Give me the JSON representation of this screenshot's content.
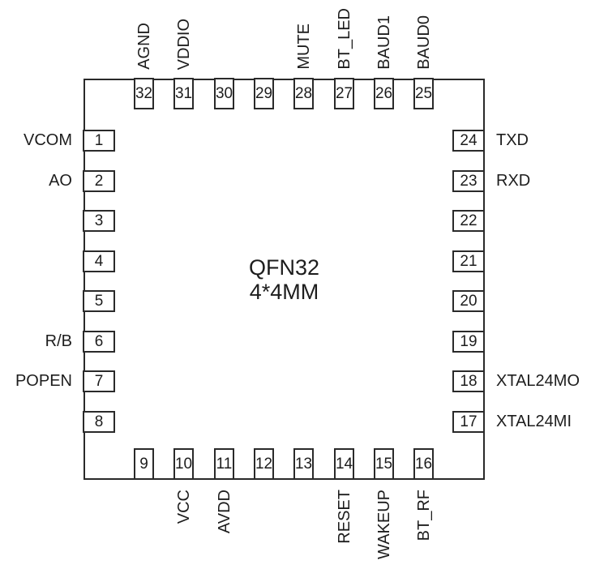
{
  "diagram": {
    "package_name": "QFN32",
    "package_size": "4*4MM"
  },
  "colors": {
    "line": "#2a2a2a",
    "text": "#1d1d1d",
    "background": "#ffffff"
  },
  "pins": {
    "left": [
      {
        "num": "1",
        "label": "VCOM"
      },
      {
        "num": "2",
        "label": "AO"
      },
      {
        "num": "3",
        "label": ""
      },
      {
        "num": "4",
        "label": ""
      },
      {
        "num": "5",
        "label": ""
      },
      {
        "num": "6",
        "label": "R/B"
      },
      {
        "num": "7",
        "label": "POPEN"
      },
      {
        "num": "8",
        "label": ""
      }
    ],
    "top": [
      {
        "num": "32",
        "label": "AGND"
      },
      {
        "num": "31",
        "label": "VDDIO"
      },
      {
        "num": "30",
        "label": ""
      },
      {
        "num": "29",
        "label": ""
      },
      {
        "num": "28",
        "label": "MUTE"
      },
      {
        "num": "27",
        "label": "BT_LED"
      },
      {
        "num": "26",
        "label": "BAUD1"
      },
      {
        "num": "25",
        "label": "BAUD0"
      }
    ],
    "right": [
      {
        "num": "24",
        "label": "TXD"
      },
      {
        "num": "23",
        "label": "RXD"
      },
      {
        "num": "22",
        "label": ""
      },
      {
        "num": "21",
        "label": ""
      },
      {
        "num": "20",
        "label": ""
      },
      {
        "num": "19",
        "label": ""
      },
      {
        "num": "18",
        "label": "XTAL24MO"
      },
      {
        "num": "17",
        "label": "XTAL24MI"
      }
    ],
    "bottom": [
      {
        "num": "9",
        "label": ""
      },
      {
        "num": "10",
        "label": "VCC"
      },
      {
        "num": "11",
        "label": "AVDD"
      },
      {
        "num": "12",
        "label": ""
      },
      {
        "num": "13",
        "label": ""
      },
      {
        "num": "14",
        "label": "RESET"
      },
      {
        "num": "15",
        "label": "WAKEUP"
      },
      {
        "num": "16",
        "label": "BT_RF"
      }
    ]
  }
}
